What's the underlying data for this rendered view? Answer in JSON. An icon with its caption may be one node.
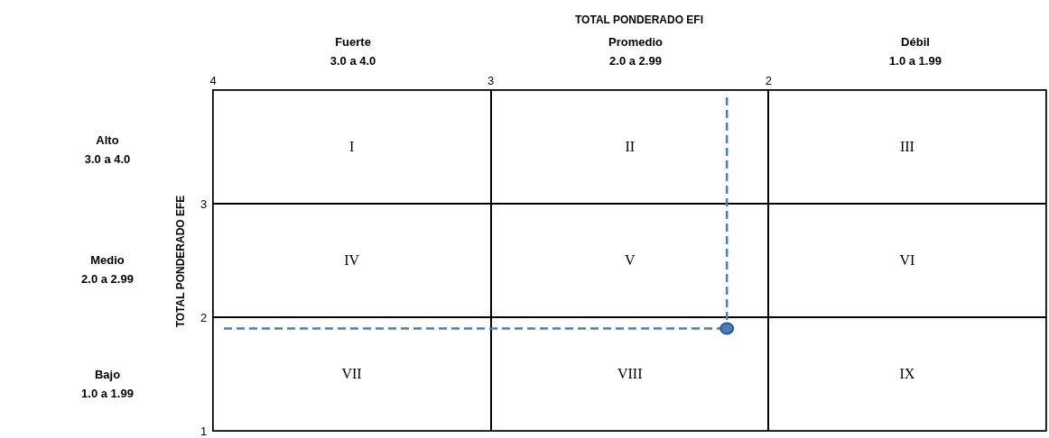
{
  "diagram": {
    "nodes": [
      {
        "text": [
          "I"
        ]
      },
      {
        "text": [
          "II"
        ]
      },
      {
        "text": [
          "III"
        ]
      },
      {
        "text": [
          "IV"
        ]
      },
      {
        "text": [
          "V"
        ]
      },
      {
        "text": [
          "VI"
        ]
      },
      {
        "text": [
          "VII"
        ]
      },
      {
        "text": [
          "VIII"
        ]
      },
      {
        "text": [
          "IX"
        ]
      }
    ],
    "labels": [
      "Fuerte",
      "3.0 a 4.0",
      "Promedio",
      "2.0 a 2.99",
      "Débil",
      "1.0 a 1.99",
      "Alto",
      "3.0 a 4.0",
      "Medio",
      "2.0 a 2.99",
      "Bajo",
      "1.0 a 1.99"
    ],
    "chart_data": {
      "type": "scatter",
      "xlabel": "TOTAL PONDERADO EFI",
      "ylabel": "TOTAL PONDERADO EFE",
      "x": [
        2.15
      ],
      "values": [
        1.9
      ],
      "ref_lines": [
        {
          "axis": "x",
          "value": 2.15,
          "color": "#4a7ebb"
        },
        {
          "axis": "y",
          "value": 1.9,
          "color": "#4a7ebb"
        }
      ],
      "xlim": [
        4,
        1
      ],
      "ylim": [
        1,
        4
      ],
      "xticks": [
        4,
        3,
        2
      ],
      "yticks": [
        3,
        2,
        1
      ]
    }
  }
}
